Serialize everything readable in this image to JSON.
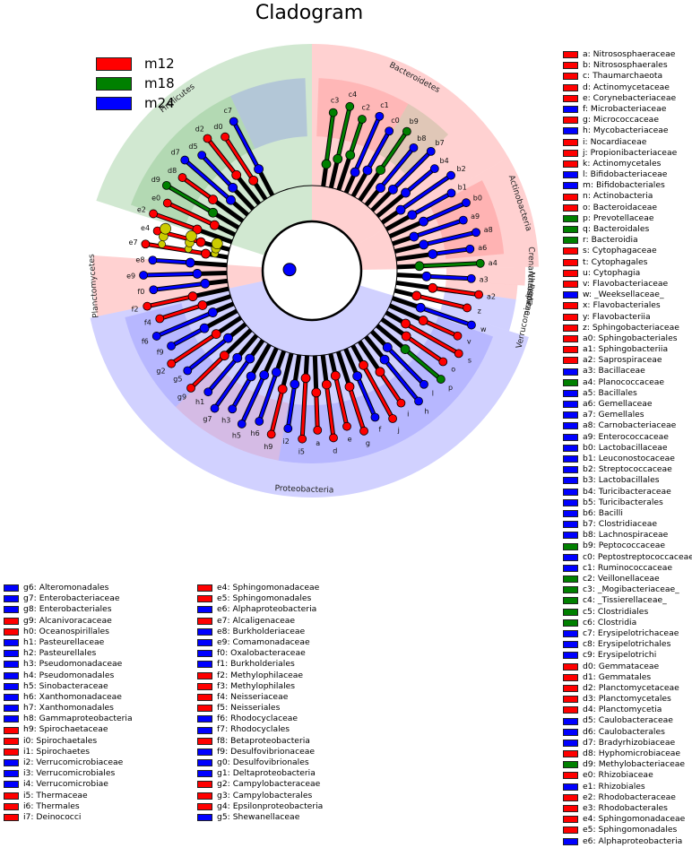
{
  "chart_data": {
    "type": "cladogram",
    "title": "Cladogram",
    "colors": {
      "m12": "#ff0000",
      "m18": "#008000",
      "m24": "#0000ff",
      "none": "#cccc00"
    },
    "groups": [
      {
        "name": "m12",
        "color": "#ff0000"
      },
      {
        "name": "m18",
        "color": "#008000"
      },
      {
        "name": "m24",
        "color": "#0000ff"
      }
    ],
    "phylum_labels": [
      "Bacteroidetes",
      "Actinobacteria",
      "Crenarchaeota",
      "Nitrospirae",
      "Verrucomicrobia",
      "Proteobacteria",
      "Planctomycetes",
      "Firmicutes"
    ],
    "biomarkers": [
      {
        "code": "a",
        "name": "Nitrososphaeraceae",
        "group": "m12"
      },
      {
        "code": "b",
        "name": "Nitrososphaerales",
        "group": "m12"
      },
      {
        "code": "c",
        "name": "Thaumarchaeota",
        "group": "m12"
      },
      {
        "code": "d",
        "name": "Actinomycetaceae",
        "group": "m12"
      },
      {
        "code": "e",
        "name": "Corynebacteriaceae",
        "group": "m12"
      },
      {
        "code": "f",
        "name": "Microbacteriaceae",
        "group": "m24"
      },
      {
        "code": "g",
        "name": "Micrococcaceae",
        "group": "m12"
      },
      {
        "code": "h",
        "name": "Mycobacteriaceae",
        "group": "m24"
      },
      {
        "code": "i",
        "name": "Nocardiaceae",
        "group": "m12"
      },
      {
        "code": "j",
        "name": "Propionibacteriaceae",
        "group": "m12"
      },
      {
        "code": "k",
        "name": "Actinomycetales",
        "group": "m12"
      },
      {
        "code": "l",
        "name": "Bifidobacteriaceae",
        "group": "m24"
      },
      {
        "code": "m",
        "name": "Bifidobacteriales",
        "group": "m24"
      },
      {
        "code": "n",
        "name": "Actinobacteria",
        "group": "m12"
      },
      {
        "code": "o",
        "name": "Bacteroidaceae",
        "group": "m12"
      },
      {
        "code": "p",
        "name": "Prevotellaceae",
        "group": "m18"
      },
      {
        "code": "q",
        "name": "Bacteroidales",
        "group": "m18"
      },
      {
        "code": "r",
        "name": "Bacteroidia",
        "group": "m18"
      },
      {
        "code": "s",
        "name": "Cytophagaceae",
        "group": "m12"
      },
      {
        "code": "t",
        "name": "Cytophagales",
        "group": "m12"
      },
      {
        "code": "u",
        "name": "Cytophagia",
        "group": "m12"
      },
      {
        "code": "v",
        "name": "Flavobacteriaceae",
        "group": "m12"
      },
      {
        "code": "w",
        "name": "_Weeksellaceae_",
        "group": "m24"
      },
      {
        "code": "x",
        "name": "Flavobacteriales",
        "group": "m12"
      },
      {
        "code": "y",
        "name": "Flavobacteriia",
        "group": "m12"
      },
      {
        "code": "z",
        "name": "Sphingobacteriaceae",
        "group": "m12"
      },
      {
        "code": "a0",
        "name": "Sphingobacteriales",
        "group": "m12"
      },
      {
        "code": "a1",
        "name": "Sphingobacteriia",
        "group": "m12"
      },
      {
        "code": "a2",
        "name": "Saprospiraceae",
        "group": "m12"
      },
      {
        "code": "a3",
        "name": "Bacillaceae",
        "group": "m24"
      },
      {
        "code": "a4",
        "name": "Planococcaceae",
        "group": "m18"
      },
      {
        "code": "a5",
        "name": "Bacillales",
        "group": "m24"
      },
      {
        "code": "a6",
        "name": "Gemellaceae",
        "group": "m24"
      },
      {
        "code": "a7",
        "name": "Gemellales",
        "group": "m24"
      },
      {
        "code": "a8",
        "name": "Carnobacteriaceae",
        "group": "m24"
      },
      {
        "code": "a9",
        "name": "Enterococcaceae",
        "group": "m24"
      },
      {
        "code": "b0",
        "name": "Lactobacillaceae",
        "group": "m24"
      },
      {
        "code": "b1",
        "name": "Leuconostocaceae",
        "group": "m24"
      },
      {
        "code": "b2",
        "name": "Streptococcaceae",
        "group": "m24"
      },
      {
        "code": "b3",
        "name": "Lactobacillales",
        "group": "m24"
      },
      {
        "code": "b4",
        "name": "Turicibacteraceae",
        "group": "m24"
      },
      {
        "code": "b5",
        "name": "Turicibacterales",
        "group": "m24"
      },
      {
        "code": "b6",
        "name": "Bacilli",
        "group": "m24"
      },
      {
        "code": "b7",
        "name": "Clostridiaceae",
        "group": "m24"
      },
      {
        "code": "b8",
        "name": "Lachnospiraceae",
        "group": "m24"
      },
      {
        "code": "b9",
        "name": "Peptococcaceae",
        "group": "m18"
      },
      {
        "code": "c0",
        "name": "Peptostreptococcaceae",
        "group": "m24"
      },
      {
        "code": "c1",
        "name": "Ruminococcaceae",
        "group": "m24"
      },
      {
        "code": "c2",
        "name": "Veillonellaceae",
        "group": "m18"
      },
      {
        "code": "c3",
        "name": "_Mogibacteriaceae_",
        "group": "m18"
      },
      {
        "code": "c4",
        "name": "_Tissierellaceae_",
        "group": "m18"
      },
      {
        "code": "c5",
        "name": "Clostridiales",
        "group": "m18"
      },
      {
        "code": "c6",
        "name": "Clostridia",
        "group": "m18"
      },
      {
        "code": "c7",
        "name": "Erysipelotrichaceae",
        "group": "m24"
      },
      {
        "code": "c8",
        "name": "Erysipelotrichales",
        "group": "m24"
      },
      {
        "code": "c9",
        "name": "Erysipelotrichi",
        "group": "m24"
      },
      {
        "code": "d0",
        "name": "Gemmataceae",
        "group": "m12"
      },
      {
        "code": "d1",
        "name": "Gemmatales",
        "group": "m12"
      },
      {
        "code": "d2",
        "name": "Planctomycetaceae",
        "group": "m12"
      },
      {
        "code": "d3",
        "name": "Planctomycetales",
        "group": "m12"
      },
      {
        "code": "d4",
        "name": "Planctomycetia",
        "group": "m12"
      },
      {
        "code": "d5",
        "name": "Caulobacteraceae",
        "group": "m24"
      },
      {
        "code": "d6",
        "name": "Caulobacterales",
        "group": "m24"
      },
      {
        "code": "d7",
        "name": "Bradyrhizobiaceae",
        "group": "m24"
      },
      {
        "code": "d8",
        "name": "Hyphomicrobiaceae",
        "group": "m12"
      },
      {
        "code": "d9",
        "name": "Methylobacteriaceae",
        "group": "m18"
      },
      {
        "code": "e0",
        "name": "Rhizobiaceae",
        "group": "m12"
      },
      {
        "code": "e1",
        "name": "Rhizobiales",
        "group": "m24"
      },
      {
        "code": "e2",
        "name": "Rhodobacteraceae",
        "group": "m12"
      },
      {
        "code": "e3",
        "name": "Rhodobacterales",
        "group": "m12"
      },
      {
        "code": "e4",
        "name": "Sphingomonadaceae",
        "group": "m12"
      },
      {
        "code": "e5",
        "name": "Sphingomonadales",
        "group": "m12"
      },
      {
        "code": "e6",
        "name": "Alphaproteobacteria",
        "group": "m24"
      },
      {
        "code": "e7",
        "name": "Alcaligenaceae",
        "group": "m12"
      },
      {
        "code": "e8",
        "name": "Burkholderiaceae",
        "group": "m24"
      },
      {
        "code": "e9",
        "name": "Comamonadaceae",
        "group": "m24"
      },
      {
        "code": "f0",
        "name": "Oxalobacteraceae",
        "group": "m24"
      },
      {
        "code": "f1",
        "name": "Burkholderiales",
        "group": "m24"
      },
      {
        "code": "f2",
        "name": "Methylophilaceae",
        "group": "m12"
      },
      {
        "code": "f3",
        "name": "Methylophilales",
        "group": "m12"
      },
      {
        "code": "f4",
        "name": "Neisseriaceae",
        "group": "m12"
      },
      {
        "code": "f5",
        "name": "Neisseriales",
        "group": "m12"
      },
      {
        "code": "f6",
        "name": "Rhodocyclaceae",
        "group": "m24"
      },
      {
        "code": "f7",
        "name": "Rhodocyclales",
        "group": "m24"
      },
      {
        "code": "f8",
        "name": "Betaproteobacteria",
        "group": "m12"
      },
      {
        "code": "f9",
        "name": "Desulfovibrionaceae",
        "group": "m24"
      },
      {
        "code": "g0",
        "name": "Desulfovibrionales",
        "group": "m24"
      },
      {
        "code": "g1",
        "name": "Deltaproteobacteria",
        "group": "m24"
      },
      {
        "code": "g2",
        "name": "Campylobacteraceae",
        "group": "m12"
      },
      {
        "code": "g3",
        "name": "Campylobacterales",
        "group": "m12"
      },
      {
        "code": "g4",
        "name": "Epsilonproteobacteria",
        "group": "m12"
      },
      {
        "code": "g5",
        "name": "Shewanellaceae",
        "group": "m24"
      },
      {
        "code": "g6",
        "name": "Alteromonadales",
        "group": "m24"
      },
      {
        "code": "g7",
        "name": "Enterobacteriaceae",
        "group": "m24"
      },
      {
        "code": "g8",
        "name": "Enterobacteriales",
        "group": "m24"
      },
      {
        "code": "g9",
        "name": "Alcanivoracaceae",
        "group": "m12"
      },
      {
        "code": "h0",
        "name": "Oceanospirillales",
        "group": "m12"
      },
      {
        "code": "h1",
        "name": "Pasteurellaceae",
        "group": "m24"
      },
      {
        "code": "h2",
        "name": "Pasteurellales",
        "group": "m24"
      },
      {
        "code": "h3",
        "name": "Pseudomonadaceae",
        "group": "m24"
      },
      {
        "code": "h4",
        "name": "Pseudomonadales",
        "group": "m24"
      },
      {
        "code": "h5",
        "name": "Sinobacteraceae",
        "group": "m24"
      },
      {
        "code": "h6",
        "name": "Xanthomonadaceae",
        "group": "m24"
      },
      {
        "code": "h7",
        "name": "Xanthomonadales",
        "group": "m24"
      },
      {
        "code": "h8",
        "name": "Gammaproteobacteria",
        "group": "m24"
      },
      {
        "code": "h9",
        "name": "Spirochaetaceae",
        "group": "m12"
      },
      {
        "code": "i0",
        "name": "Spirochaetales",
        "group": "m12"
      },
      {
        "code": "i1",
        "name": "Spirochaetes",
        "group": "m12"
      },
      {
        "code": "i2",
        "name": "Verrucomicrobiaceae",
        "group": "m24"
      },
      {
        "code": "i3",
        "name": "Verrucomicrobiales",
        "group": "m24"
      },
      {
        "code": "i4",
        "name": "Verrucomicrobiae",
        "group": "m24"
      },
      {
        "code": "i5",
        "name": "Thermaceae",
        "group": "m12"
      },
      {
        "code": "i6",
        "name": "Thermales",
        "group": "m12"
      },
      {
        "code": "i7",
        "name": "Deinococci",
        "group": "m12"
      }
    ],
    "tip_order": [
      "c3",
      "c4",
      "c2",
      "c1",
      "c0",
      "b9",
      "b8",
      "b7",
      "b4",
      "b2",
      "b1",
      "b0",
      "a9",
      "a8",
      "a6",
      "a4",
      "a3",
      "a2",
      "z",
      "w",
      "v",
      "s",
      "o",
      "p",
      "l",
      "h",
      "i",
      "j",
      "f",
      "g",
      "e",
      "d",
      "a",
      "i5",
      "i2",
      "h9",
      "h6",
      "h5",
      "h3",
      "g7",
      "h1",
      "g9",
      "g5",
      "g2",
      "f9",
      "f6",
      "f4",
      "f2",
      "f0",
      "e9",
      "e8",
      "e7",
      "e4",
      "e2",
      "e0",
      "d9",
      "d8",
      "d7",
      "d5",
      "d2",
      "d0",
      "c7"
    ]
  }
}
